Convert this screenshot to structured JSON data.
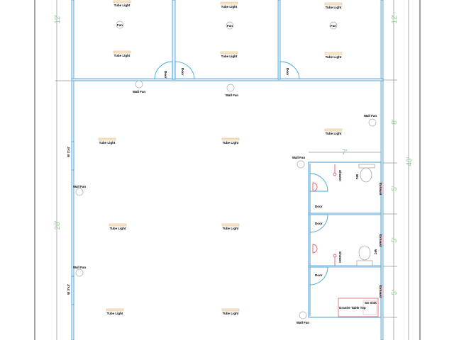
{
  "plan": {
    "dimensions": {
      "left_top": "12'",
      "left_bottom": "28'",
      "right_top": "12'",
      "right_mid": "8'",
      "right_toilet1": "5'",
      "right_toilet2": "5'",
      "right_toilet3": "5'",
      "overall": "40'",
      "toilet_width": "7'"
    },
    "labels": {
      "tube_light": "Tube Light",
      "fan": "Fan",
      "wall_fan": "Wall Fan",
      "door": "Door",
      "window": "W 3'x4'",
      "shower": "Shower",
      "wc": "WC",
      "exhaust": "Exhaust",
      "granite": "Granite Table Top",
      "sink": "SS Sink"
    },
    "colors": {
      "wall": "#4a9bd0",
      "dimension": "#8fcf8f",
      "fixture": "#e0606a"
    }
  }
}
